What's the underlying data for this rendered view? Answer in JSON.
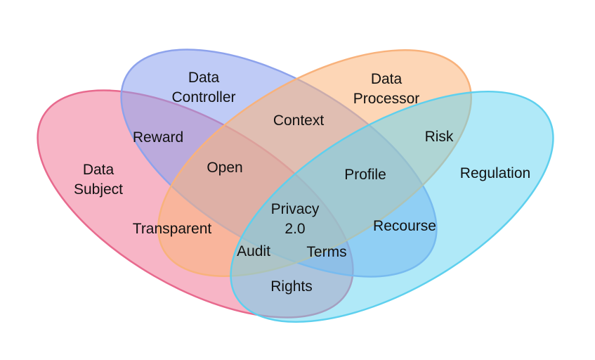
{
  "sets": [
    {
      "id": "data-subject",
      "name_lines": [
        "Data",
        "Subject"
      ],
      "fill": "#f07898",
      "stroke": "#e86a8e",
      "fill_opacity": 0.55
    },
    {
      "id": "data-controller",
      "name_lines": [
        "Data",
        "Controller"
      ],
      "fill": "#8aa0ee",
      "stroke": "#8ea3ec",
      "fill_opacity": 0.55
    },
    {
      "id": "data-processor",
      "name_lines": [
        "Data",
        "Processor"
      ],
      "fill": "#fcb47a",
      "stroke": "#f8b27c",
      "fill_opacity": 0.55
    },
    {
      "id": "regulation",
      "name_lines": [
        "Regulation"
      ],
      "fill": "#62d4f2",
      "stroke": "#5ed0ee",
      "fill_opacity": 0.5
    }
  ],
  "regions": [
    {
      "id": "reward",
      "lines": [
        "Reward"
      ],
      "sets": [
        "data-subject",
        "data-controller"
      ]
    },
    {
      "id": "context",
      "lines": [
        "Context"
      ],
      "sets": [
        "data-controller",
        "data-processor"
      ]
    },
    {
      "id": "risk",
      "lines": [
        "Risk"
      ],
      "sets": [
        "data-processor",
        "regulation"
      ]
    },
    {
      "id": "open",
      "lines": [
        "Open"
      ],
      "sets": [
        "data-subject",
        "data-controller",
        "data-processor"
      ]
    },
    {
      "id": "profile",
      "lines": [
        "Profile"
      ],
      "sets": [
        "data-controller",
        "data-processor",
        "regulation"
      ]
    },
    {
      "id": "transparent",
      "lines": [
        "Transparent"
      ],
      "sets": [
        "data-subject",
        "data-processor"
      ]
    },
    {
      "id": "recourse",
      "lines": [
        "Recourse"
      ],
      "sets": [
        "data-controller",
        "regulation"
      ]
    },
    {
      "id": "privacy",
      "lines": [
        "Privacy",
        "2.0"
      ],
      "sets": [
        "data-subject",
        "data-controller",
        "data-processor",
        "regulation"
      ]
    },
    {
      "id": "audit",
      "lines": [
        "Audit"
      ],
      "sets": [
        "data-subject",
        "data-processor",
        "regulation"
      ]
    },
    {
      "id": "terms",
      "lines": [
        "Terms"
      ],
      "sets": [
        "data-subject",
        "data-controller",
        "regulation"
      ]
    },
    {
      "id": "rights",
      "lines": [
        "Rights"
      ],
      "sets": [
        "data-subject",
        "regulation"
      ]
    }
  ]
}
